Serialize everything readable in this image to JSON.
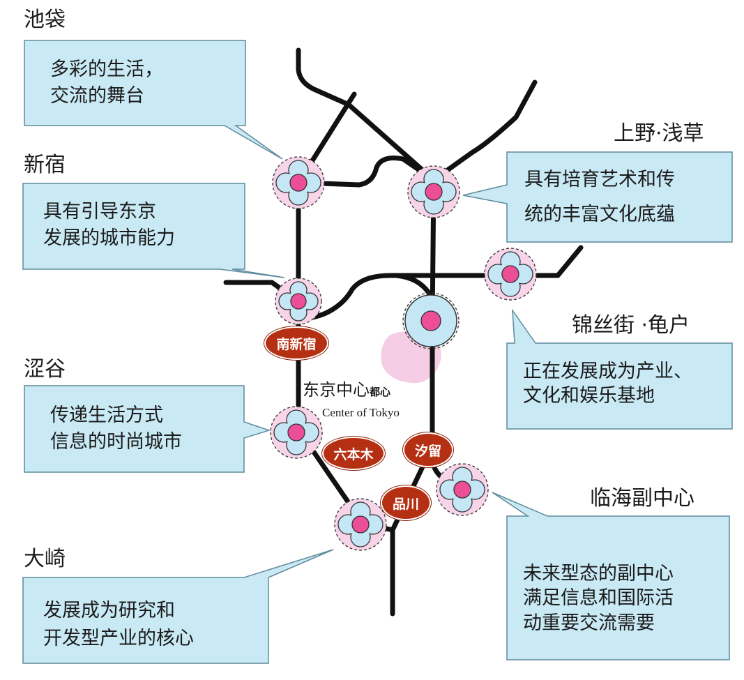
{
  "areas": {
    "ikebukuro": {
      "label": "池袋",
      "lines": [
        "多彩的生活，",
        "交流的舞台"
      ]
    },
    "shinjuku": {
      "label": "新宿",
      "lines": [
        "具有引导东京",
        "发展的城市能力"
      ]
    },
    "shibuya": {
      "label": "涩谷",
      "lines": [
        "传递生活方式",
        "信息的时尚城市"
      ]
    },
    "osaki": {
      "label": "大崎",
      "lines": [
        "发展成为研究和",
        "开发型产业的核心"
      ]
    },
    "ueno_asakusa": {
      "label": "上野·浅草",
      "lines": [
        "具有培育艺术和传",
        "统的丰富文化底蕴"
      ]
    },
    "kinshicho_kameido": {
      "label": "锦丝街 ·龟户",
      "lines": [
        "正在发展成为产业、",
        "文化和娱乐基地"
      ]
    },
    "rinkai": {
      "label": "临海副中心",
      "lines": [
        "未来型态的副中心",
        "满足信息和国际活",
        "动重要交流需要"
      ]
    }
  },
  "stations": {
    "minami_shinjuku": "南新宿",
    "roppongi": "六本木",
    "shiodome": "汐留",
    "shinagawa": "品川"
  },
  "center": {
    "cn": "东京中心",
    "cn_small": "都心",
    "en": "Center of Tokyo"
  },
  "colors": {
    "box_fill": "#c9e9f4",
    "box_stroke": "#5f8a9c",
    "node_outer": "#f7d4e8",
    "node_petal": "#c5e6f4",
    "node_core": "#ec4f98",
    "line": "#111111",
    "badge": "#b52f12"
  }
}
